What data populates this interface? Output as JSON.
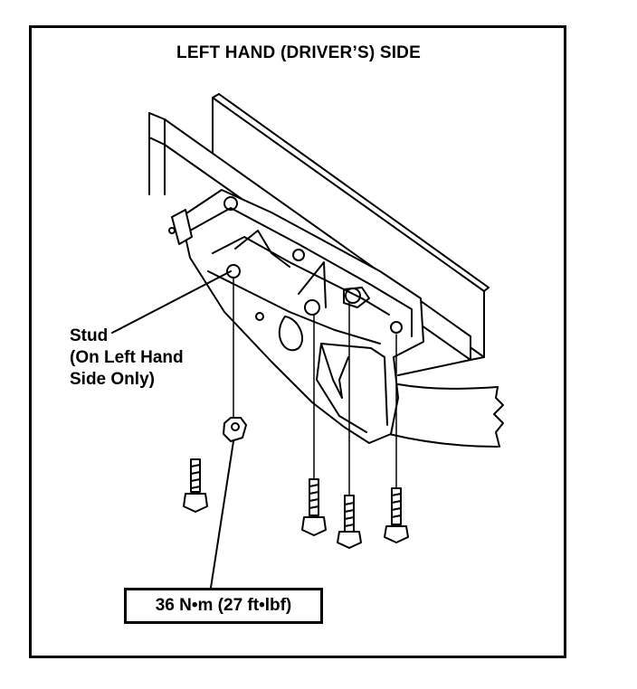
{
  "title": "LEFT HAND (DRIVER’S) SIDE",
  "callouts": {
    "stud_line1": "Stud",
    "stud_line2": "(On Left Hand",
    "stud_line3": "Side Only)",
    "torque": "36 N•m (27 ft•lbf)"
  }
}
